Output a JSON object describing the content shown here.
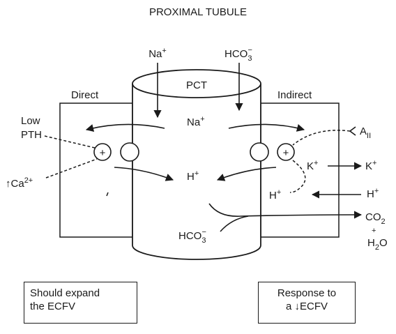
{
  "title": "PROXIMAL TUBULE",
  "top": {
    "na": "Na",
    "na_sup": "+",
    "hco3": "HCO",
    "hco3_sub": "3",
    "hco3_sup": "−"
  },
  "tubule": {
    "label": "PCT",
    "na": "Na",
    "na_sup": "+",
    "h": "H",
    "h_sup": "+",
    "hco3": "HCO",
    "hco3_sub": "3",
    "hco3_sup": "−"
  },
  "left": {
    "direct": "Direct",
    "low": "Low",
    "pth": "PTH",
    "ca_arrow": "↑",
    "ca": "Ca",
    "ca_sup": "2+"
  },
  "right": {
    "indirect": "Indirect",
    "a": "A",
    "a_sub": "II",
    "h": "H",
    "h_sup": "+",
    "k_in": "K",
    "k_in_sup": "+",
    "k_out": "K",
    "k_out_sup": "+",
    "h_out": "H",
    "h_out_sup": "+",
    "co2": "CO",
    "co2_sub": "2",
    "plus": "+",
    "h2o_h": "H",
    "h2o_sub": "2",
    "h2o_o": "O"
  },
  "plus_sign": "+",
  "boxes": {
    "left_line1": "Should expand",
    "left_line2": "the ECFV",
    "right_line1": "Response to",
    "right_line2": "a ↓ECFV"
  }
}
